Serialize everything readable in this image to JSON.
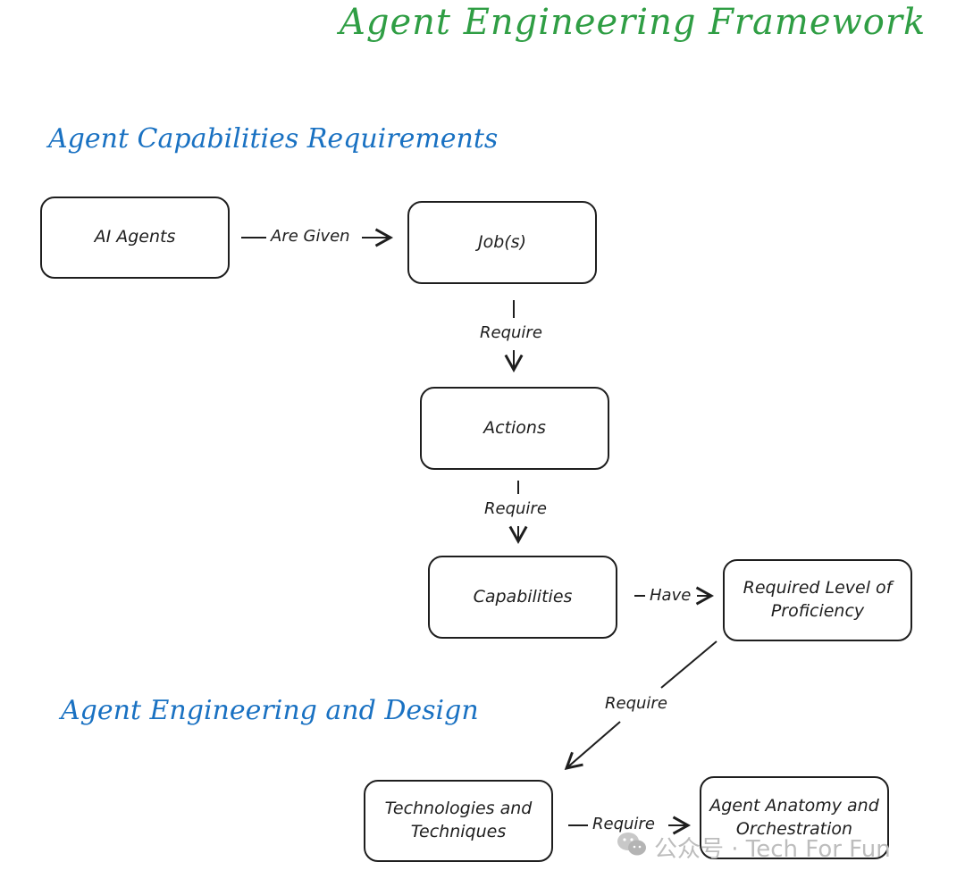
{
  "title": "Agent Engineering Framework",
  "sections": {
    "capabilities": "Agent Capabilities Requirements",
    "engineering": "Agent Engineering and Design"
  },
  "nodes": {
    "ai_agents": "AI Agents",
    "jobs": "Job(s)",
    "actions": "Actions",
    "capabilities": "Capabilities",
    "proficiency": "Required Level of Proficiency",
    "technologies": "Technologies and Techniques",
    "anatomy": "Agent Anatomy and Orchestration"
  },
  "edges": {
    "are_given": "Are Given",
    "jobs_to_actions": "Require",
    "actions_to_capabilities": "Require",
    "have": "Have",
    "proficiency_to_technologies": "Require",
    "technologies_to_anatomy": "Require"
  },
  "watermark": {
    "text": "公众号 · Tech For Fun",
    "icon": "wechat-icon"
  },
  "colors": {
    "title": "#2f9e44",
    "section": "#1971c2",
    "stroke": "#1e1e1e",
    "watermark": "#bdbdbd"
  }
}
